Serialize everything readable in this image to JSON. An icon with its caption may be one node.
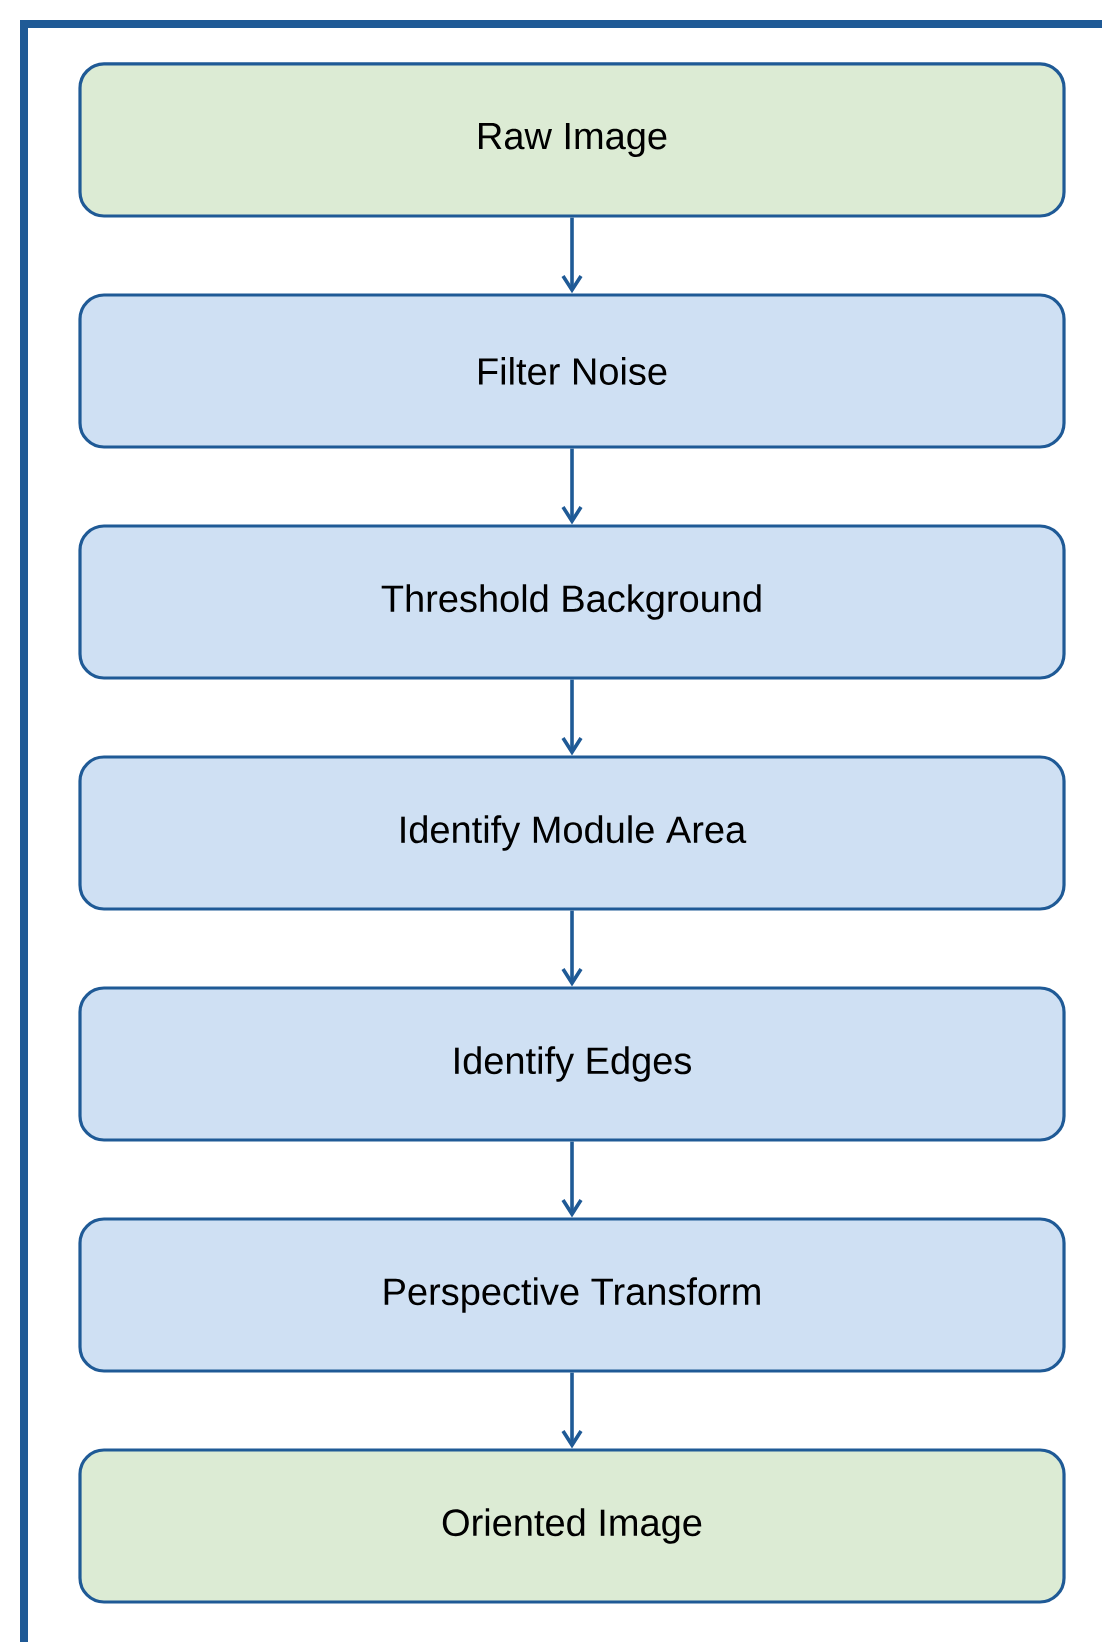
{
  "diagram": {
    "nodes": [
      {
        "text": [
          "Raw Image"
        ]
      },
      {
        "text": [
          "Filter Noise"
        ]
      },
      {
        "text": [
          "Threshold Background"
        ]
      },
      {
        "text": [
          "Identify Module Area"
        ]
      },
      {
        "text": [
          "Identify Edges"
        ]
      },
      {
        "text": [
          "Perspective Transform"
        ]
      },
      {
        "text": [
          "Oriented Image"
        ]
      }
    ],
    "edges": [
      {
        "from": 0,
        "to": 1,
        "arrow": "to"
      },
      {
        "from": 1,
        "to": 2,
        "arrow": "to"
      },
      {
        "from": 2,
        "to": 3,
        "arrow": "to"
      },
      {
        "from": 3,
        "to": 4,
        "arrow": "to"
      },
      {
        "from": 4,
        "to": 5,
        "arrow": "to"
      },
      {
        "from": 5,
        "to": 6,
        "arrow": "to"
      }
    ]
  }
}
